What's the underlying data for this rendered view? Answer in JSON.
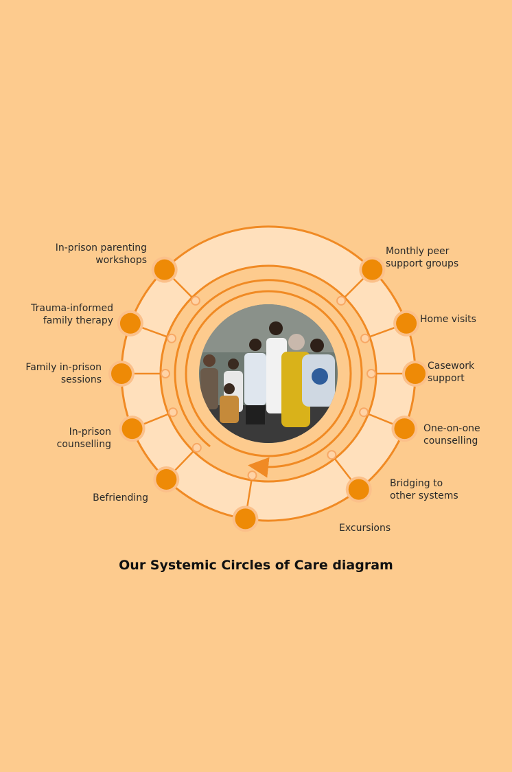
{
  "diagram": {
    "caption": "Our Systemic Circles of Care diagram",
    "photo_description": "Family group photo in center circle",
    "nodes": [
      {
        "id": "parenting-workshops",
        "label": "In-prison parenting\nworkshops"
      },
      {
        "id": "family-therapy",
        "label": "Trauma-informed\nfamily therapy"
      },
      {
        "id": "family-sessions",
        "label": "Family in-prison\nsessions"
      },
      {
        "id": "inprison-counselling",
        "label": "In-prison\ncounselling"
      },
      {
        "id": "befriending",
        "label": "Befriending"
      },
      {
        "id": "excursions",
        "label": "Excursions"
      },
      {
        "id": "bridging",
        "label": "Bridging to\nother systems"
      },
      {
        "id": "one-on-one",
        "label": "One-on-one\ncounselling"
      },
      {
        "id": "casework",
        "label": "Casework\nsupport"
      },
      {
        "id": "home-visits",
        "label": "Home visits"
      },
      {
        "id": "peer-support",
        "label": "Monthly peer\nsupport groups"
      }
    ],
    "colors": {
      "background": "#FDCB8E",
      "ring_fill": "#FFE0BC",
      "orange": "#F08A24",
      "node": "#EE8A06",
      "node_ring": "#FBC08A"
    }
  }
}
